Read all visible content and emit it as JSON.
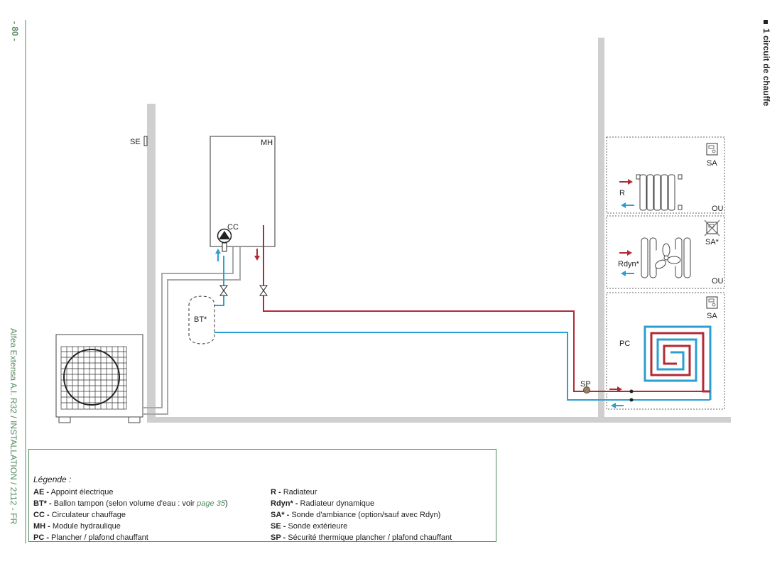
{
  "page": {
    "number": "- 80 -",
    "doc_ref": "Alfea Extensa A.I. R32 / INSTALLATION / 2112 - FR",
    "section_title": "1 circuit de chauffe"
  },
  "labels": {
    "se": "SE",
    "mh": "MH",
    "cc": "CC",
    "bt": "BT*",
    "sp": "SP",
    "sa_1": "SA",
    "sa_2": "SA*",
    "sa_3": "SA",
    "r": "R",
    "rdyn": "Rdyn*",
    "pc": "PC",
    "ou_1": "OU",
    "ou_2": "OU"
  },
  "colors": {
    "hot": "#b22a35",
    "cold": "#2a9fd1",
    "wall": "#cfcfcf",
    "legend_border": "#4f8a5b"
  },
  "legend": {
    "title": "Légende :",
    "left": [
      {
        "code": "AE -",
        "text": " Appoint électrique"
      },
      {
        "code": "BT* -",
        "text": " Ballon tampon (selon volume d'eau : voir "
      },
      {
        "code": "CC -",
        "text": " Circulateur chauffage"
      },
      {
        "code": "MH -",
        "text": " Module hydraulique"
      },
      {
        "code": "PC -",
        "text": " Plancher / plafond chauffant"
      }
    ],
    "bt_link": "page 35",
    "bt_close": ")",
    "right": [
      {
        "code": "R -",
        "text": " Radiateur"
      },
      {
        "code": "Rdyn* -",
        "text": " Radiateur dynamique"
      },
      {
        "code": "SA* -",
        "text": " Sonde d'ambiance (option/sauf avec Rdyn)"
      },
      {
        "code": "SE -",
        "text": " Sonde extérieure"
      },
      {
        "code": "SP -",
        "text": " Sécurité thermique plancher / plafond chauffant"
      }
    ]
  }
}
